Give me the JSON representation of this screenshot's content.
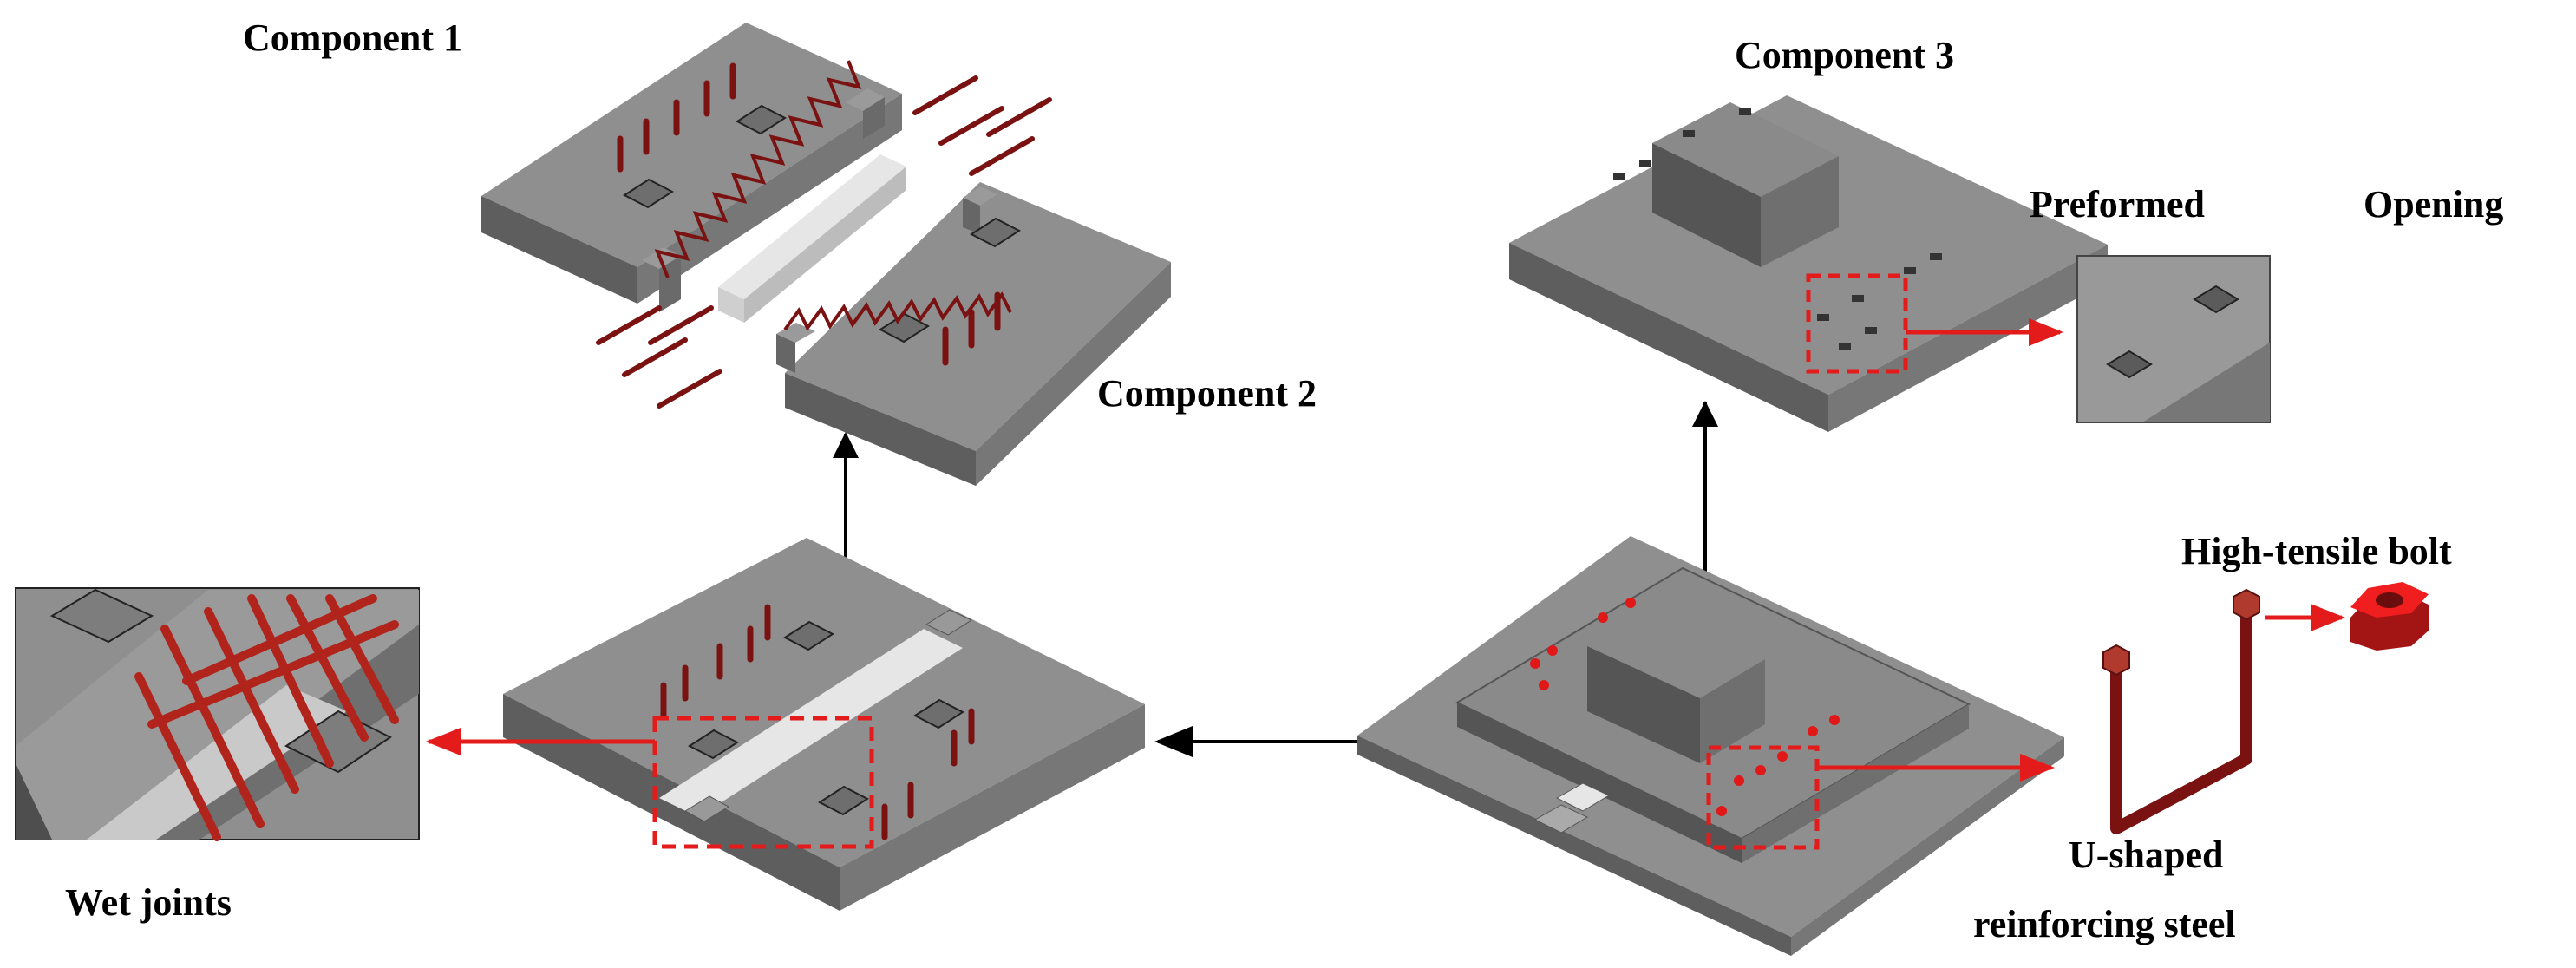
{
  "labels": {
    "component1": "Component 1",
    "component2": "Component 2",
    "component3": "Component 3",
    "preformed": "Preformed",
    "opening": "Opening",
    "high_tensile_bolt": "High-tensile bolt",
    "u_shaped_1": "U-shaped",
    "u_shaped_2": "reinforcing steel",
    "wet_joints": "Wet joints"
  },
  "colors": {
    "slab_top": "#8f8f8f",
    "slab_left": "#5e5e5e",
    "slab_right": "#757575",
    "grout": "#dcdcdc",
    "rebar": "#7a1212",
    "bolt": "#e01818",
    "callout": "#e31b1b",
    "arrow": "#000000"
  }
}
